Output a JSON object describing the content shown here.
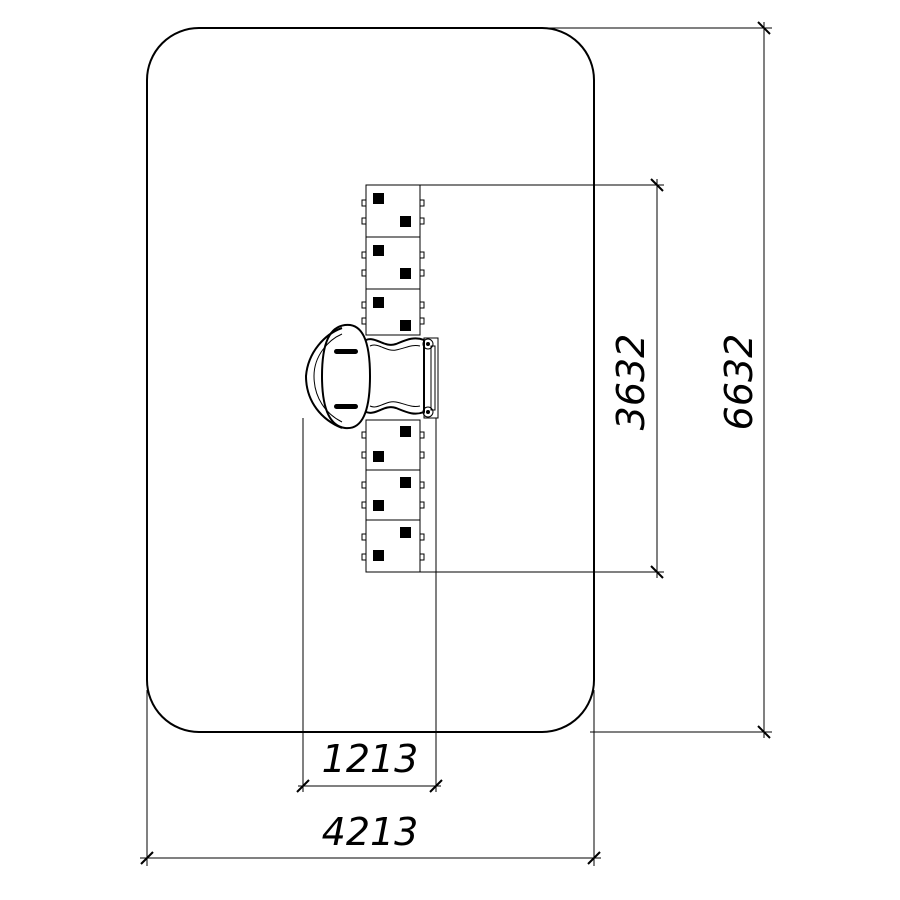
{
  "dimensions": {
    "overall_width": "4213",
    "overall_length": "6632",
    "equipment_length": "3632",
    "equipment_width": "1213"
  },
  "colors": {
    "line": "#000000",
    "background": "#ffffff"
  }
}
